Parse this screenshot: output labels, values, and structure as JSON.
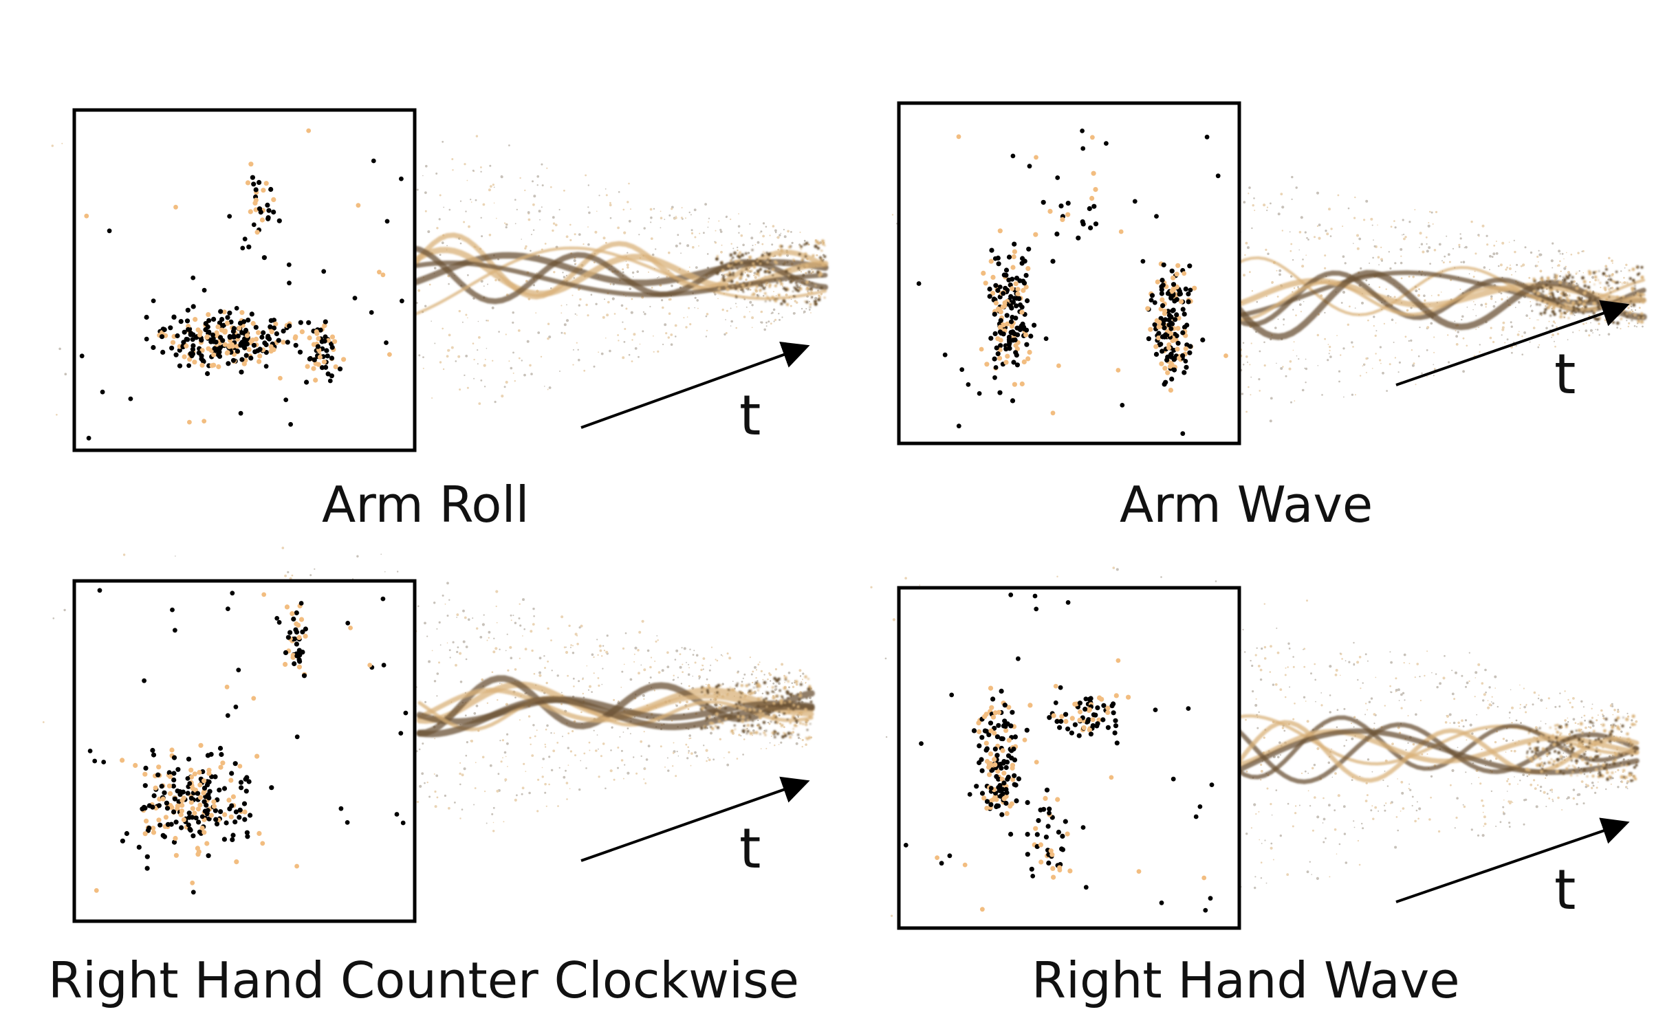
{
  "panels": [
    {
      "id": "arm-roll",
      "caption": "Arm Roll",
      "time_label": "t"
    },
    {
      "id": "arm-wave",
      "caption": "Arm Wave",
      "time_label": "t"
    },
    {
      "id": "right-hand-ccw",
      "caption": "Right Hand Counter Clockwise",
      "time_label": "t"
    },
    {
      "id": "right-hand-wave",
      "caption": "Right Hand Wave",
      "time_label": "t"
    }
  ],
  "colors": {
    "point_primary": "#000000",
    "point_secondary": "#f2bd80",
    "stream_dark": "#6b5234",
    "stream_light": "#d9b27a",
    "frame": "#000000",
    "text": "#111111"
  }
}
